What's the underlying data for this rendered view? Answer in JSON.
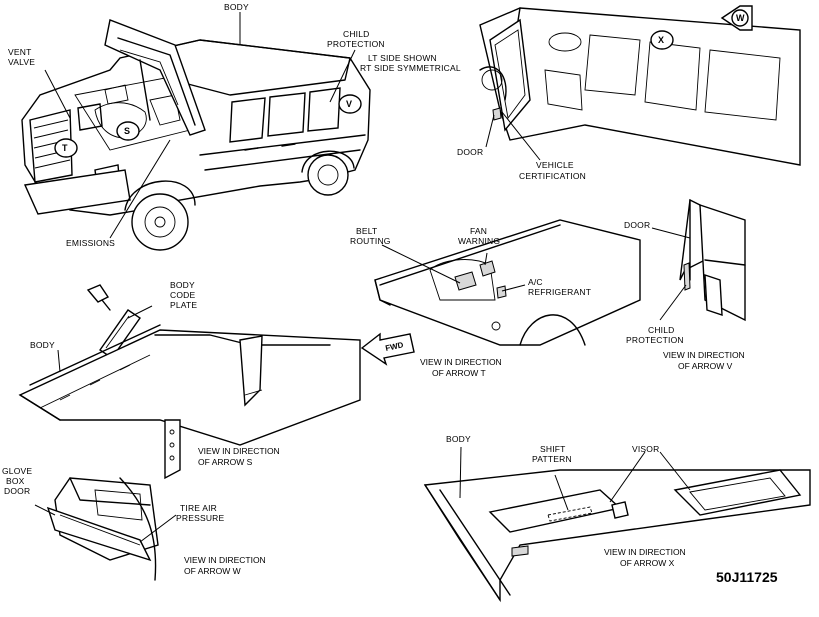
{
  "labels": {
    "body_top": "BODY",
    "child_protection_top_1": "CHILD",
    "child_protection_top_2": "PROTECTION",
    "lt_side_1": "LT SIDE SHOWN",
    "lt_side_2": "RT SIDE SYMMETRICAL",
    "vent_valve_1": "VENT",
    "vent_valve_2": "VALVE",
    "emissions": "EMISSIONS",
    "door_top": "DOOR",
    "vehicle_cert_1": "VEHICLE",
    "vehicle_cert_2": "CERTIFICATION",
    "belt_routing_1": "BELT",
    "belt_routing_2": "ROUTING",
    "fan_warning_1": "FAN",
    "fan_warning_2": "WARNING",
    "ac_refrigerant_1": "A/C",
    "ac_refrigerant_2": "REFRIGERANT",
    "fwd": "FWD",
    "view_t_1": "VIEW IN DIRECTION",
    "view_t_2": "OF ARROW  T",
    "door_right": "DOOR",
    "child_protection_right_1": "CHILD",
    "child_protection_right_2": "PROTECTION",
    "view_v_1": "VIEW IN DIRECTION",
    "view_v_2": "OF ARROW V",
    "body_code_plate_1": "BODY",
    "body_code_plate_2": "CODE",
    "body_code_plate_3": "PLATE",
    "body_left": "BODY",
    "view_s_1": "VIEW IN DIRECTION",
    "view_s_2": "OF ARROW S",
    "glove_box_1": "GLOVE",
    "glove_box_2": "BOX",
    "glove_box_3": "DOOR",
    "tire_air_1": "TIRE AIR",
    "tire_air_2": "PRESSURE",
    "view_w_1": "VIEW IN DIRECTION",
    "view_w_2": "OF ARROW  W",
    "body_bottom": "BODY",
    "shift_pattern_1": "SHIFT",
    "shift_pattern_2": "PATTERN",
    "visor": "VISOR",
    "view_x_1": "VIEW IN DIRECTION",
    "view_x_2": "OF ARROW X",
    "figure_id": "50J11725"
  },
  "arrow_markers": {
    "t": "T",
    "s": "S",
    "v": "V",
    "w": "W",
    "x": "X"
  }
}
